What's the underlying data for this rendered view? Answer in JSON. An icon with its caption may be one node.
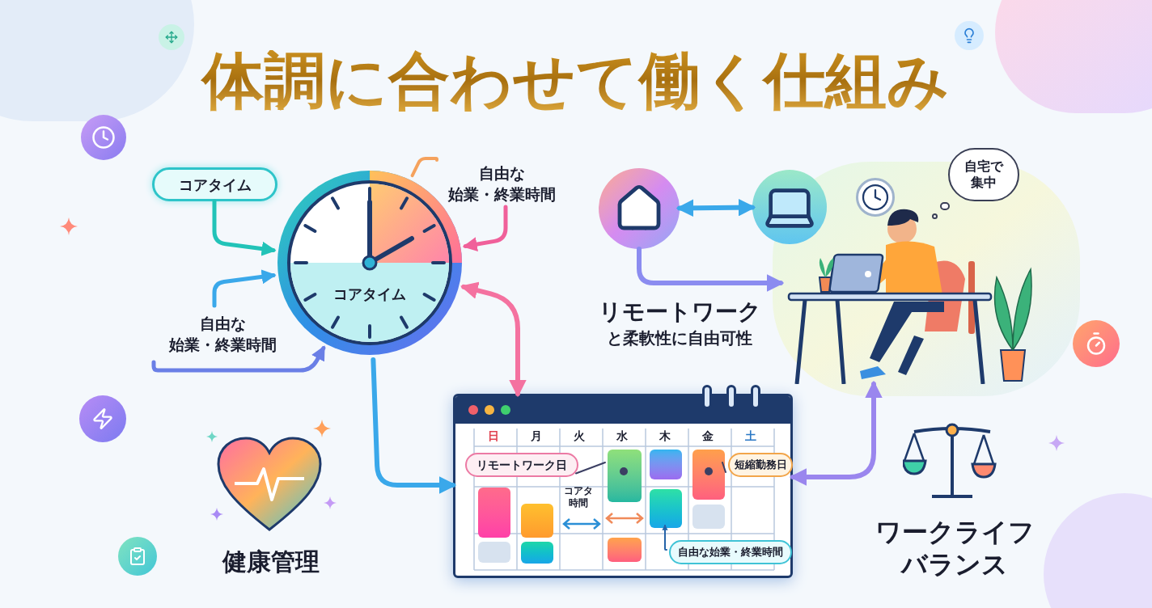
{
  "diagram": {
    "title": "体調に合わせて働く仕組み",
    "nodes": [
      {
        "text": [
          "コアタイム"
        ]
      },
      {
        "text": [
          "コアタイム"
        ]
      },
      {
        "text": [
          "自由な",
          "始業・終業時間"
        ]
      },
      {
        "text": [
          "自由な",
          "始業・終業時間"
        ]
      },
      {
        "text": [],
        "shape": "box"
      },
      {
        "text": [
          "リモートワーク日"
        ],
        "in": 4
      },
      {
        "text": [],
        "shape": "box",
        "in": 4
      },
      {
        "text": [
          "短縮勤務日"
        ],
        "in": 4
      },
      {
        "text": [],
        "shape": "box",
        "in": 4
      },
      {
        "text": [
          "自由な始業・終業時間"
        ],
        "in": 4
      },
      {
        "text": [],
        "shape": "box",
        "in": 4
      },
      {
        "text": [],
        "shape": "circle"
      },
      {
        "text": [],
        "shape": "circle"
      },
      {
        "text": [],
        "shape": "picture"
      },
      {
        "text": [
          "自宅で集中"
        ]
      },
      {
        "text": [],
        "shape": "box",
        "in": 4
      },
      {
        "text": [],
        "shape": "box",
        "in": 4
      },
      {
        "text": [],
        "shape": "box",
        "in": 4
      },
      {
        "text": [],
        "shape": "box",
        "in": 4
      },
      {
        "text": [],
        "shape": "box",
        "in": 4
      },
      {
        "text": [],
        "shape": "box",
        "in": 4
      },
      {
        "text": [],
        "shape": "box",
        "in": 4
      }
    ],
    "edges": [
      {
        "from": 1,
        "to": 0,
        "arrow": "to",
        "color": "#22c3b8"
      },
      {
        "from": 2,
        "to": 0,
        "arrow": "to"
      },
      {
        "from": 2,
        "to": 0,
        "arrow": "to",
        "color": "#6a7fe6"
      },
      {
        "from": 3,
        "to": 0,
        "arrow": "none",
        "color": "#f5a25d"
      },
      {
        "from": 3,
        "to": 0,
        "arrow": "to",
        "color": "#f0609a"
      },
      {
        "from": 0,
        "to": 4,
        "arrow": "to"
      },
      {
        "from": 0,
        "to": 4,
        "arrow": "both",
        "color": "#f472a0"
      },
      {
        "from": 11,
        "to": 12,
        "arrow": "both"
      },
      {
        "from": 11,
        "to": 13,
        "arrow": "to",
        "color": "#8b8cf0"
      },
      {
        "from": 4,
        "to": 13,
        "arrow": "both",
        "color": "#9a86ee"
      },
      {
        "from": 5,
        "to": 6,
        "arrow": "none",
        "color": "#3b3f63"
      },
      {
        "from": 7,
        "to": 8,
        "arrow": "none",
        "color": "#3b3f63"
      },
      {
        "from": 9,
        "to": 10,
        "arrow": "to",
        "color": "#2563a8"
      }
    ],
    "labels": [
      "日",
      "月",
      "火",
      "水",
      "木",
      "金",
      "土",
      "コアタ時間",
      "リモートワーク",
      "と柔軟性に自由可性",
      "健康管理",
      "ワークライフバランス"
    ]
  }
}
